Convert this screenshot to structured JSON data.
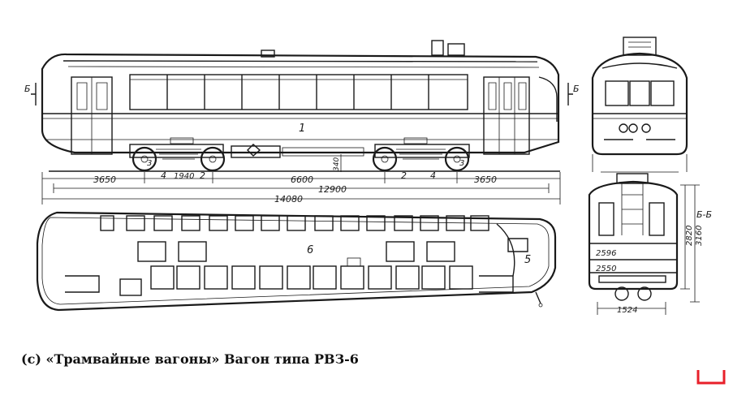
{
  "caption": "(c) «Трамвайные вагоны» Вагон типа РВЗ-6",
  "labels": {
    "part_1": "1",
    "part_2a": "2",
    "part_2b": "2",
    "part_3a": "3",
    "part_3b": "3",
    "part_4a": "4",
    "part_4b": "4",
    "part_5": "5",
    "part_6": "6",
    "section_b_left": "Б",
    "section_b_right": "Б",
    "section_bb": "Б-Б"
  },
  "dimensions": {
    "d_3650_left": "3650",
    "d_1940": "1940",
    "d_6600": "6600",
    "d_340": "340",
    "d_3650_right": "3650",
    "d_12900": "12900",
    "d_14080": "14080",
    "d_2596": "2596",
    "d_2550": "2550",
    "d_1524": "1524",
    "d_2820": "2820",
    "d_3160": "3160"
  },
  "colors": {
    "ink": "#1a1a1a",
    "logo": "#e8202a"
  },
  "logo_icon": "red-bracket-logo-icon"
}
